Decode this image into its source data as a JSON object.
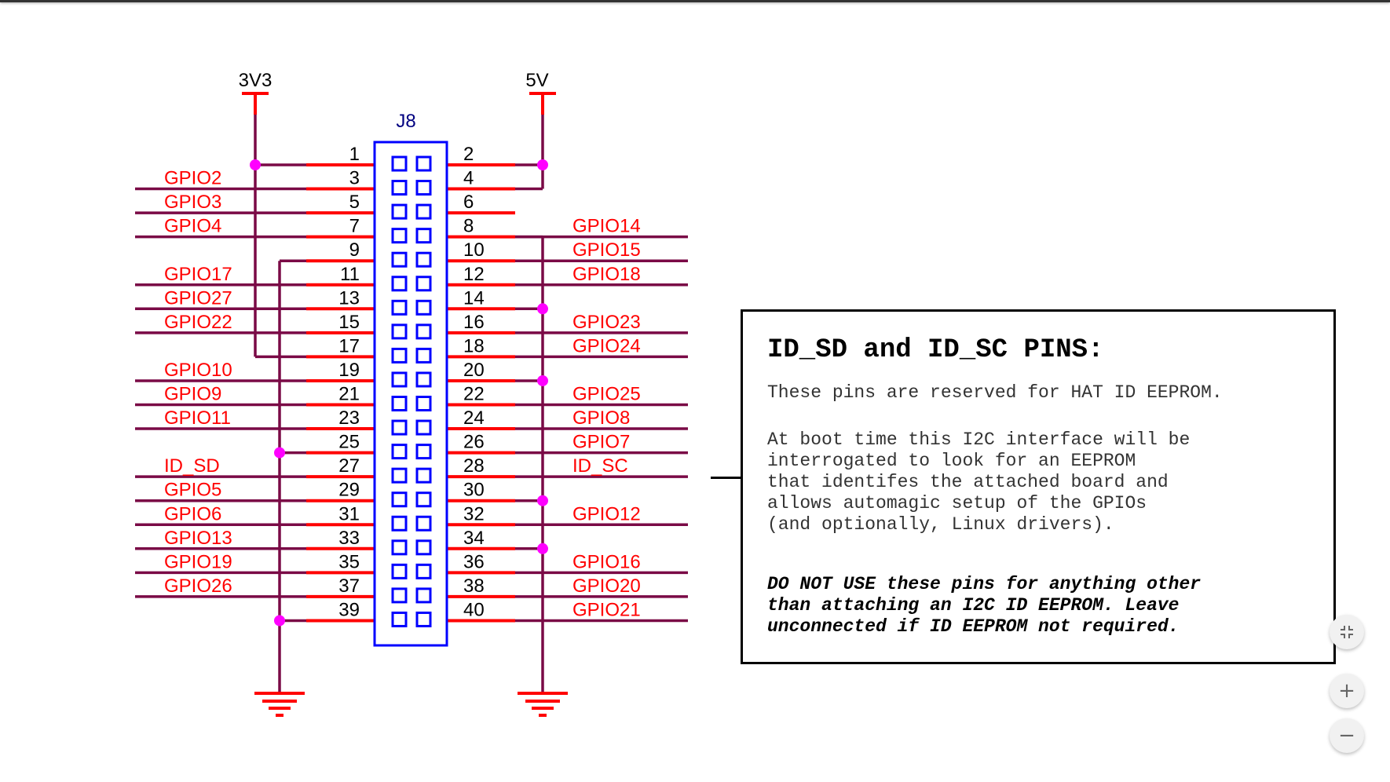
{
  "schematic": {
    "connector_ref": "J8",
    "power_rails": [
      {
        "label": "3V3",
        "side": "left",
        "pins": [
          1,
          17
        ]
      },
      {
        "label": "5V",
        "side": "right",
        "pins": [
          2,
          4
        ]
      }
    ],
    "ground_nets": [
      {
        "side": "left",
        "pins": [
          9,
          25,
          39
        ]
      },
      {
        "side": "right",
        "pins": [
          6,
          14,
          20,
          30,
          34
        ]
      }
    ],
    "left_pins": [
      {
        "pin": "1",
        "net": ""
      },
      {
        "pin": "3",
        "net": "GPIO2"
      },
      {
        "pin": "5",
        "net": "GPIO3"
      },
      {
        "pin": "7",
        "net": "GPIO4"
      },
      {
        "pin": "9",
        "net": ""
      },
      {
        "pin": "11",
        "net": "GPIO17"
      },
      {
        "pin": "13",
        "net": "GPIO27"
      },
      {
        "pin": "15",
        "net": "GPIO22"
      },
      {
        "pin": "17",
        "net": ""
      },
      {
        "pin": "19",
        "net": "GPIO10"
      },
      {
        "pin": "21",
        "net": "GPIO9"
      },
      {
        "pin": "23",
        "net": "GPIO11"
      },
      {
        "pin": "25",
        "net": ""
      },
      {
        "pin": "27",
        "net": "ID_SD"
      },
      {
        "pin": "29",
        "net": "GPIO5"
      },
      {
        "pin": "31",
        "net": "GPIO6"
      },
      {
        "pin": "33",
        "net": "GPIO13"
      },
      {
        "pin": "35",
        "net": "GPIO19"
      },
      {
        "pin": "37",
        "net": "GPIO26"
      },
      {
        "pin": "39",
        "net": ""
      }
    ],
    "right_pins": [
      {
        "pin": "2",
        "net": ""
      },
      {
        "pin": "4",
        "net": ""
      },
      {
        "pin": "6",
        "net": ""
      },
      {
        "pin": "8",
        "net": "GPIO14"
      },
      {
        "pin": "10",
        "net": "GPIO15"
      },
      {
        "pin": "12",
        "net": "GPIO18"
      },
      {
        "pin": "14",
        "net": ""
      },
      {
        "pin": "16",
        "net": "GPIO23"
      },
      {
        "pin": "18",
        "net": "GPIO24"
      },
      {
        "pin": "20",
        "net": ""
      },
      {
        "pin": "22",
        "net": "GPIO25"
      },
      {
        "pin": "24",
        "net": "GPIO8"
      },
      {
        "pin": "26",
        "net": "GPIO7"
      },
      {
        "pin": "28",
        "net": "ID_SC"
      },
      {
        "pin": "30",
        "net": ""
      },
      {
        "pin": "32",
        "net": "GPIO12"
      },
      {
        "pin": "34",
        "net": ""
      },
      {
        "pin": "36",
        "net": "GPIO16"
      },
      {
        "pin": "38",
        "net": "GPIO20"
      },
      {
        "pin": "40",
        "net": "GPIO21"
      }
    ],
    "colors": {
      "wire": "#7a0a46",
      "pin_stub": "#ff0000",
      "net_label": "#ff0000",
      "junction": "#ff00ff",
      "connector": "#0000ff",
      "ref_label": "#000080",
      "pin_number": "#000000"
    }
  },
  "note": {
    "title": "ID_SD and ID_SC PINS:",
    "paragraph1": "These pins are reserved for HAT ID EEPROM.",
    "paragraph2": "At boot time this I2C interface will be\ninterrogated to look for an EEPROM\nthat identifes the attached board and\nallows automagic setup of the GPIOs\n(and optionally, Linux drivers).",
    "warning": "DO NOT USE these pins for anything other\nthan attaching an I2C ID EEPROM. Leave\nunconnected if ID EEPROM not required."
  },
  "controls": {
    "fit_icon": "fit-screen-icon",
    "zoom_in_symbol": "+",
    "zoom_out_symbol": "−"
  }
}
